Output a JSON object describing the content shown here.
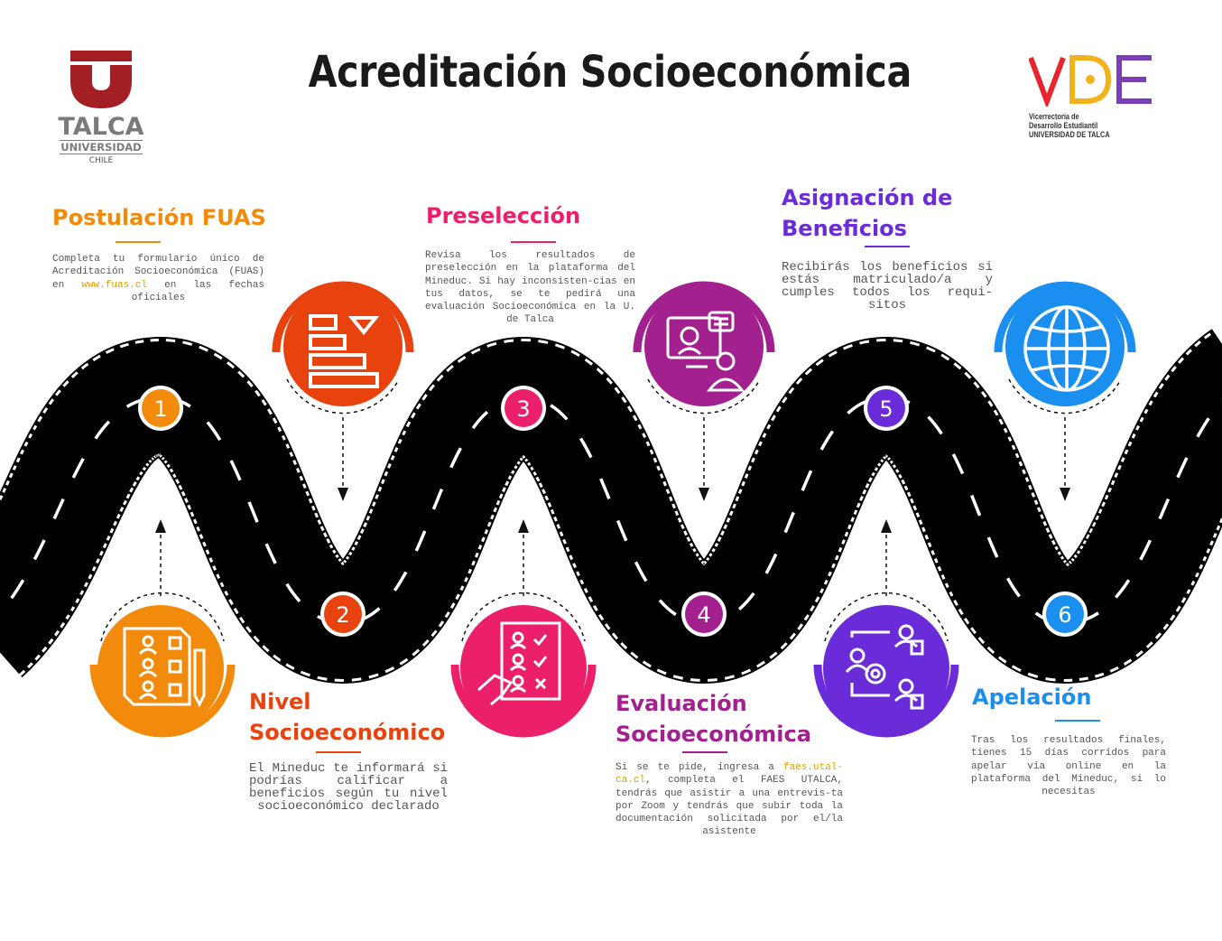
{
  "title": "Acreditación Socioeconómica",
  "logos": {
    "left": {
      "word1": "TALCA",
      "word2": "UNIVERSIDAD",
      "word3": "CHILE"
    },
    "right": {
      "letters": "VDE",
      "line1": "Vicerrectoría de",
      "line2": "Desarrollo Estudiantil",
      "line3": "UNIVERSIDAD DE TALCA"
    }
  },
  "colors": {
    "step1": "#f28a0c",
    "step2": "#e8420e",
    "step3": "#ec1f6a",
    "step4": "#a3218e",
    "step5": "#6a2bd8",
    "step6": "#1a8ff0",
    "road": "#000000",
    "vde_v": "#e8252d",
    "vde_d": "#f2b21c",
    "vde_e": "#7b3fb5"
  },
  "steps": [
    {
      "number": "1",
      "title": "Postulación FUAS",
      "desc_before": "Completa tu formulario único de Acreditación Socioeconómica (FUAS) en ",
      "link": "www.fuas.cl",
      "desc_after": " en las fechas oficiales",
      "icon": "form-checklist-icon"
    },
    {
      "number": "2",
      "title_line1": "Nivel",
      "title_line2": "Socioeconómico",
      "desc": "El Mineduc te informará si podrías calificar a beneficios según tu nivel socioeconómico declarado",
      "icon": "gantt-bars-icon"
    },
    {
      "number": "3",
      "title": "Preselección",
      "desc": "Revisa los resultados de preselección en la plataforma del Mineduc. Si hay inconsisten-cias en tus datos, se te pedirá una evaluación Socioeconómica en la U. de Talca",
      "icon": "hand-checklist-icon"
    },
    {
      "number": "4",
      "title_line1": "Evaluación",
      "title_line2": "Socioeconómica",
      "desc_before": "Si se te pide, ingresa a ",
      "link": "faes.utal-ca.cl",
      "desc_after": ", completa el FAES UTALCA, tendrás que asistir a una entrevis-ta por Zoom y tendrás que subir toda la documentación solicitada por el/la asistente",
      "icon": "video-interview-icon"
    },
    {
      "number": "5",
      "title_line1": "Asignación de",
      "title_line2": "Beneficios",
      "desc": "Recibirás los beneficios si estás matriculado/a y cumples todos los requi-sitos",
      "icon": "people-process-icon"
    },
    {
      "number": "6",
      "title": "Apelación",
      "desc": "Tras los resultados finales, tienes 15 días corridos para apelar vía online en la plataforma del Mineduc, si lo necesitas",
      "icon": "globe-icon"
    }
  ]
}
